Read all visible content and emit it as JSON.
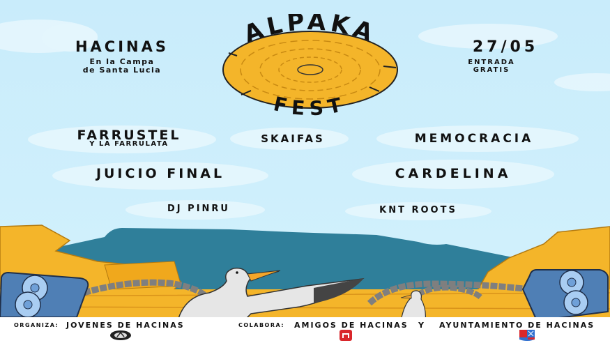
{
  "header": {
    "left": {
      "town": "HACINAS",
      "venue_line1": "En la Campa",
      "venue_line2": "de Santa Lucia"
    },
    "logo": {
      "top_word": "ALPAKA",
      "bottom_word": "FEST",
      "image": "hay-bale"
    },
    "right": {
      "date": "27/05",
      "entry_line1": "ENTRADA",
      "entry_line2": "GRATIS"
    }
  },
  "lineup": [
    {
      "name": "FARRUSTEL",
      "subtitle": "Y LA FARRULATA"
    },
    {
      "name": "SKAIFAS"
    },
    {
      "name": "MEMOCRACIA"
    },
    {
      "name": "JUICIO FINAL"
    },
    {
      "name": "CARDELINA"
    },
    {
      "name": "DJ PINRU"
    },
    {
      "name": "KNT ROOTS"
    }
  ],
  "illustration": {
    "elements": [
      "mountain",
      "hay-bales",
      "speaker-left",
      "speaker-right",
      "cables",
      "stork-large",
      "stork-small"
    ]
  },
  "footer": {
    "organiza_label": "ORGANIZA:",
    "organiza_name": "JOVENES DE HACINAS",
    "colabora_label": "COLABORA:",
    "colabora_name1": "AMIGOS DE HACINAS",
    "conjunction": "Y",
    "colabora_name2": "AYUNTAMIENTO DE HACINAS",
    "logos": [
      "jovenes-logo-icon",
      "amigos-logo-icon",
      "ayuntamiento-shield-icon"
    ]
  },
  "colors": {
    "sky": "#cdeefb",
    "cloud": "#e4f6fd",
    "hay": "#f4b52a",
    "mountain": "#2f7f9a",
    "speaker": "#5b8fc9",
    "text": "#111111",
    "amigos_red": "#d9262b",
    "shield_blue": "#2f6fd0"
  }
}
